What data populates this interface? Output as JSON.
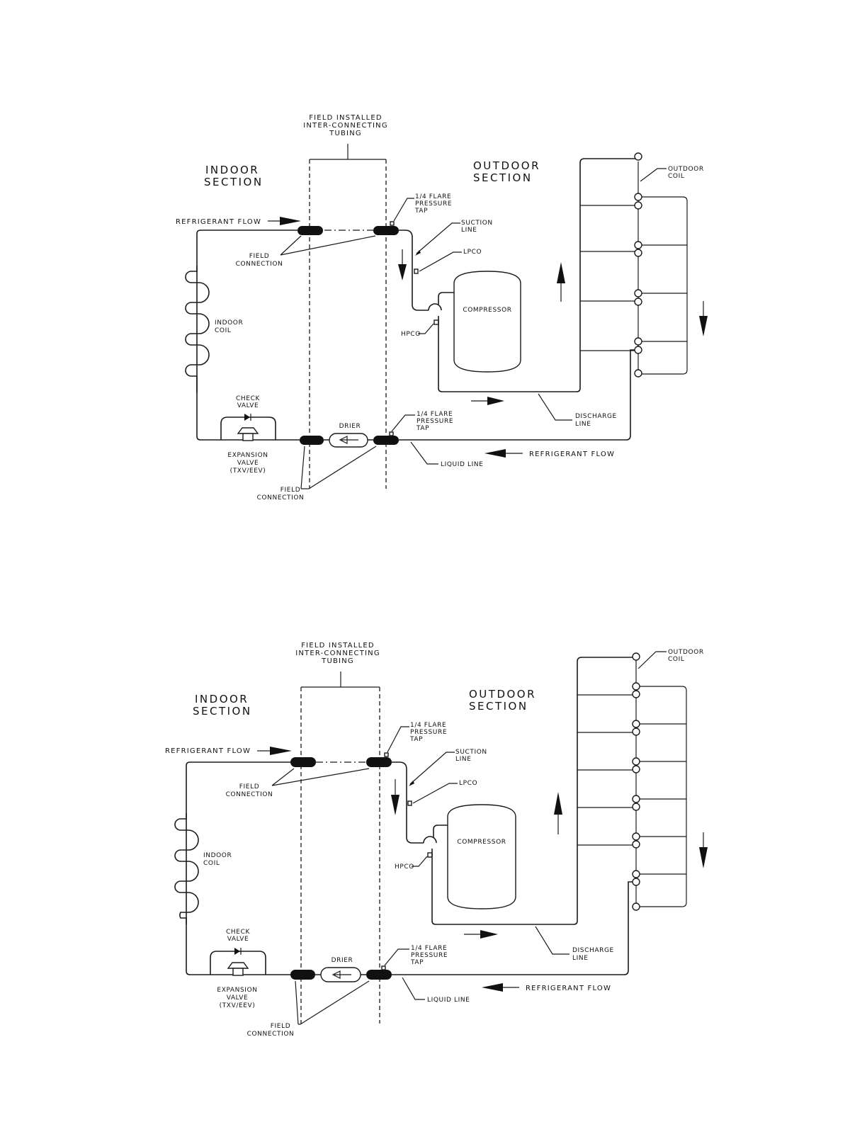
{
  "labels": {
    "field_installed": [
      "FIELD INSTALLED",
      "INTER-CONNECTING",
      "TUBING"
    ],
    "indoor_section": [
      "INDOOR",
      "SECTION"
    ],
    "outdoor_section": [
      "OUTDOOR",
      "SECTION"
    ],
    "refrigerant_flow": "REFRIGERANT FLOW",
    "field_connection": [
      "FIELD",
      "CONNECTION"
    ],
    "flare_tap": [
      "1/4 FLARE",
      "PRESSURE",
      "TAP"
    ],
    "suction_line": [
      "SUCTION",
      "LINE"
    ],
    "lpco": "LPCO",
    "hpco": "HPCO",
    "compressor": "COMPRESSOR",
    "indoor_coil": [
      "INDOOR",
      "COIL"
    ],
    "outdoor_coil": [
      "OUTDOOR",
      "COIL"
    ],
    "check_valve": [
      "CHECK",
      "VALVE"
    ],
    "expansion_valve": [
      "EXPANSION",
      "VALVE",
      "(TXV/EEV)"
    ],
    "drier": "DRIER",
    "discharge_line": [
      "DISCHARGE",
      "LINE"
    ],
    "liquid_line": "LIQUID LINE"
  },
  "diagrams": [
    {
      "id": "d1",
      "outdoor_coil_passes": 4
    },
    {
      "id": "d2",
      "outdoor_coil_passes": 6
    }
  ]
}
